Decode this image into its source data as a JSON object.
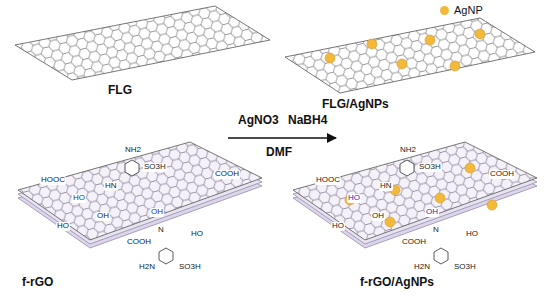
{
  "diagram": {
    "labels": [
      "FLG",
      "FLG/AgNPs",
      "AgNO3",
      "NaBH4",
      "DMF",
      "f-rGO",
      "f-rGO/AgNPs",
      "HOOC",
      "NH2",
      "SO3H",
      "HN",
      "HO",
      "COOH",
      "OH",
      "HO",
      "OH",
      "N",
      "HO",
      "COOH",
      "H2N",
      "SO3H",
      "HOOC",
      "NH2",
      "SO3H",
      "HN",
      "HO",
      "COOH",
      "OH",
      "HO",
      "OH",
      "N",
      "HO",
      "COOH",
      "H2N",
      "SO3H"
    ],
    "legend": [
      {
        "text": "AgNP",
        "color": "#f2b93b"
      }
    ]
  }
}
